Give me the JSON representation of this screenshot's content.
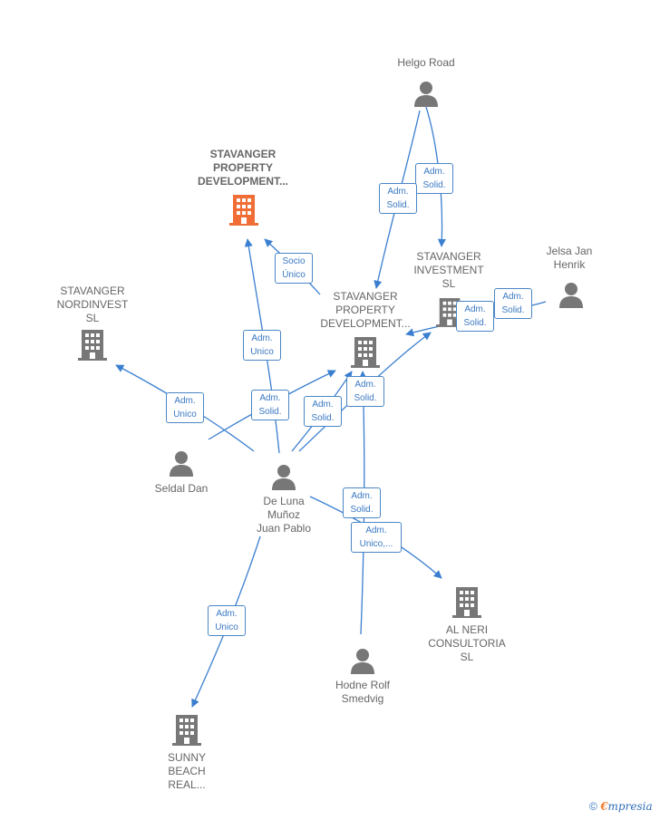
{
  "nodes": {
    "helgo_road": {
      "label": "Helgo Road"
    },
    "stavanger_property_main": {
      "label": "STAVANGER\nPROPERTY\nDEVELOPMENT..."
    },
    "stavanger_investment": {
      "label": "STAVANGER\nINVESTMENT\nSL"
    },
    "jelsa_jan_henrik": {
      "label": "Jelsa Jan\nHenrik"
    },
    "stavanger_nordinvest": {
      "label": "STAVANGER\nNORDINVEST\nSL"
    },
    "stavanger_property_2": {
      "label": "STAVANGER\nPROPERTY\nDEVELOPMENT..."
    },
    "seldal_dan": {
      "label": "Seldal Dan"
    },
    "de_luna": {
      "label": "De Luna\nMuñoz\nJuan Pablo"
    },
    "al_neri": {
      "label": "AL NERI\nCONSULTORIA\nSL"
    },
    "hodne_rolf": {
      "label": "Hodne Rolf\nSmedvig"
    },
    "sunny_beach": {
      "label": "SUNNY\nBEACH\nREAL..."
    }
  },
  "edge_labels": {
    "helgo_to_investment": "Adm.\nSolid.",
    "helgo_to_property2": "Adm.\nSolid.",
    "property2_to_main": "Socio\nÚnico",
    "deluna_to_main": "Adm.\nUnico",
    "jelsa_to_investment": "Adm.\nSolid.",
    "deluna_to_investment": "Adm.\nSolid.",
    "deluna_to_nordinvest": "Adm.\nUnico",
    "seldal_to_property2": "Adm.\nSolid.",
    "deluna_to_property2": "Adm.\nSolid.",
    "hodne_to_property2": "Adm.\nSolid.",
    "hodne_to_property2_b": "Adm.\nSolid.",
    "deluna_to_alneri": "Adm.\nUnico,...",
    "deluna_to_sunny": "Adm.\nUnico"
  },
  "colors": {
    "edge": "#3a7fd0",
    "company": "#777777",
    "company_main": "#f06d36",
    "person": "#777777"
  },
  "footer": {
    "copyright": "©",
    "brand_e": "€",
    "brand_rest": "mpresia"
  }
}
